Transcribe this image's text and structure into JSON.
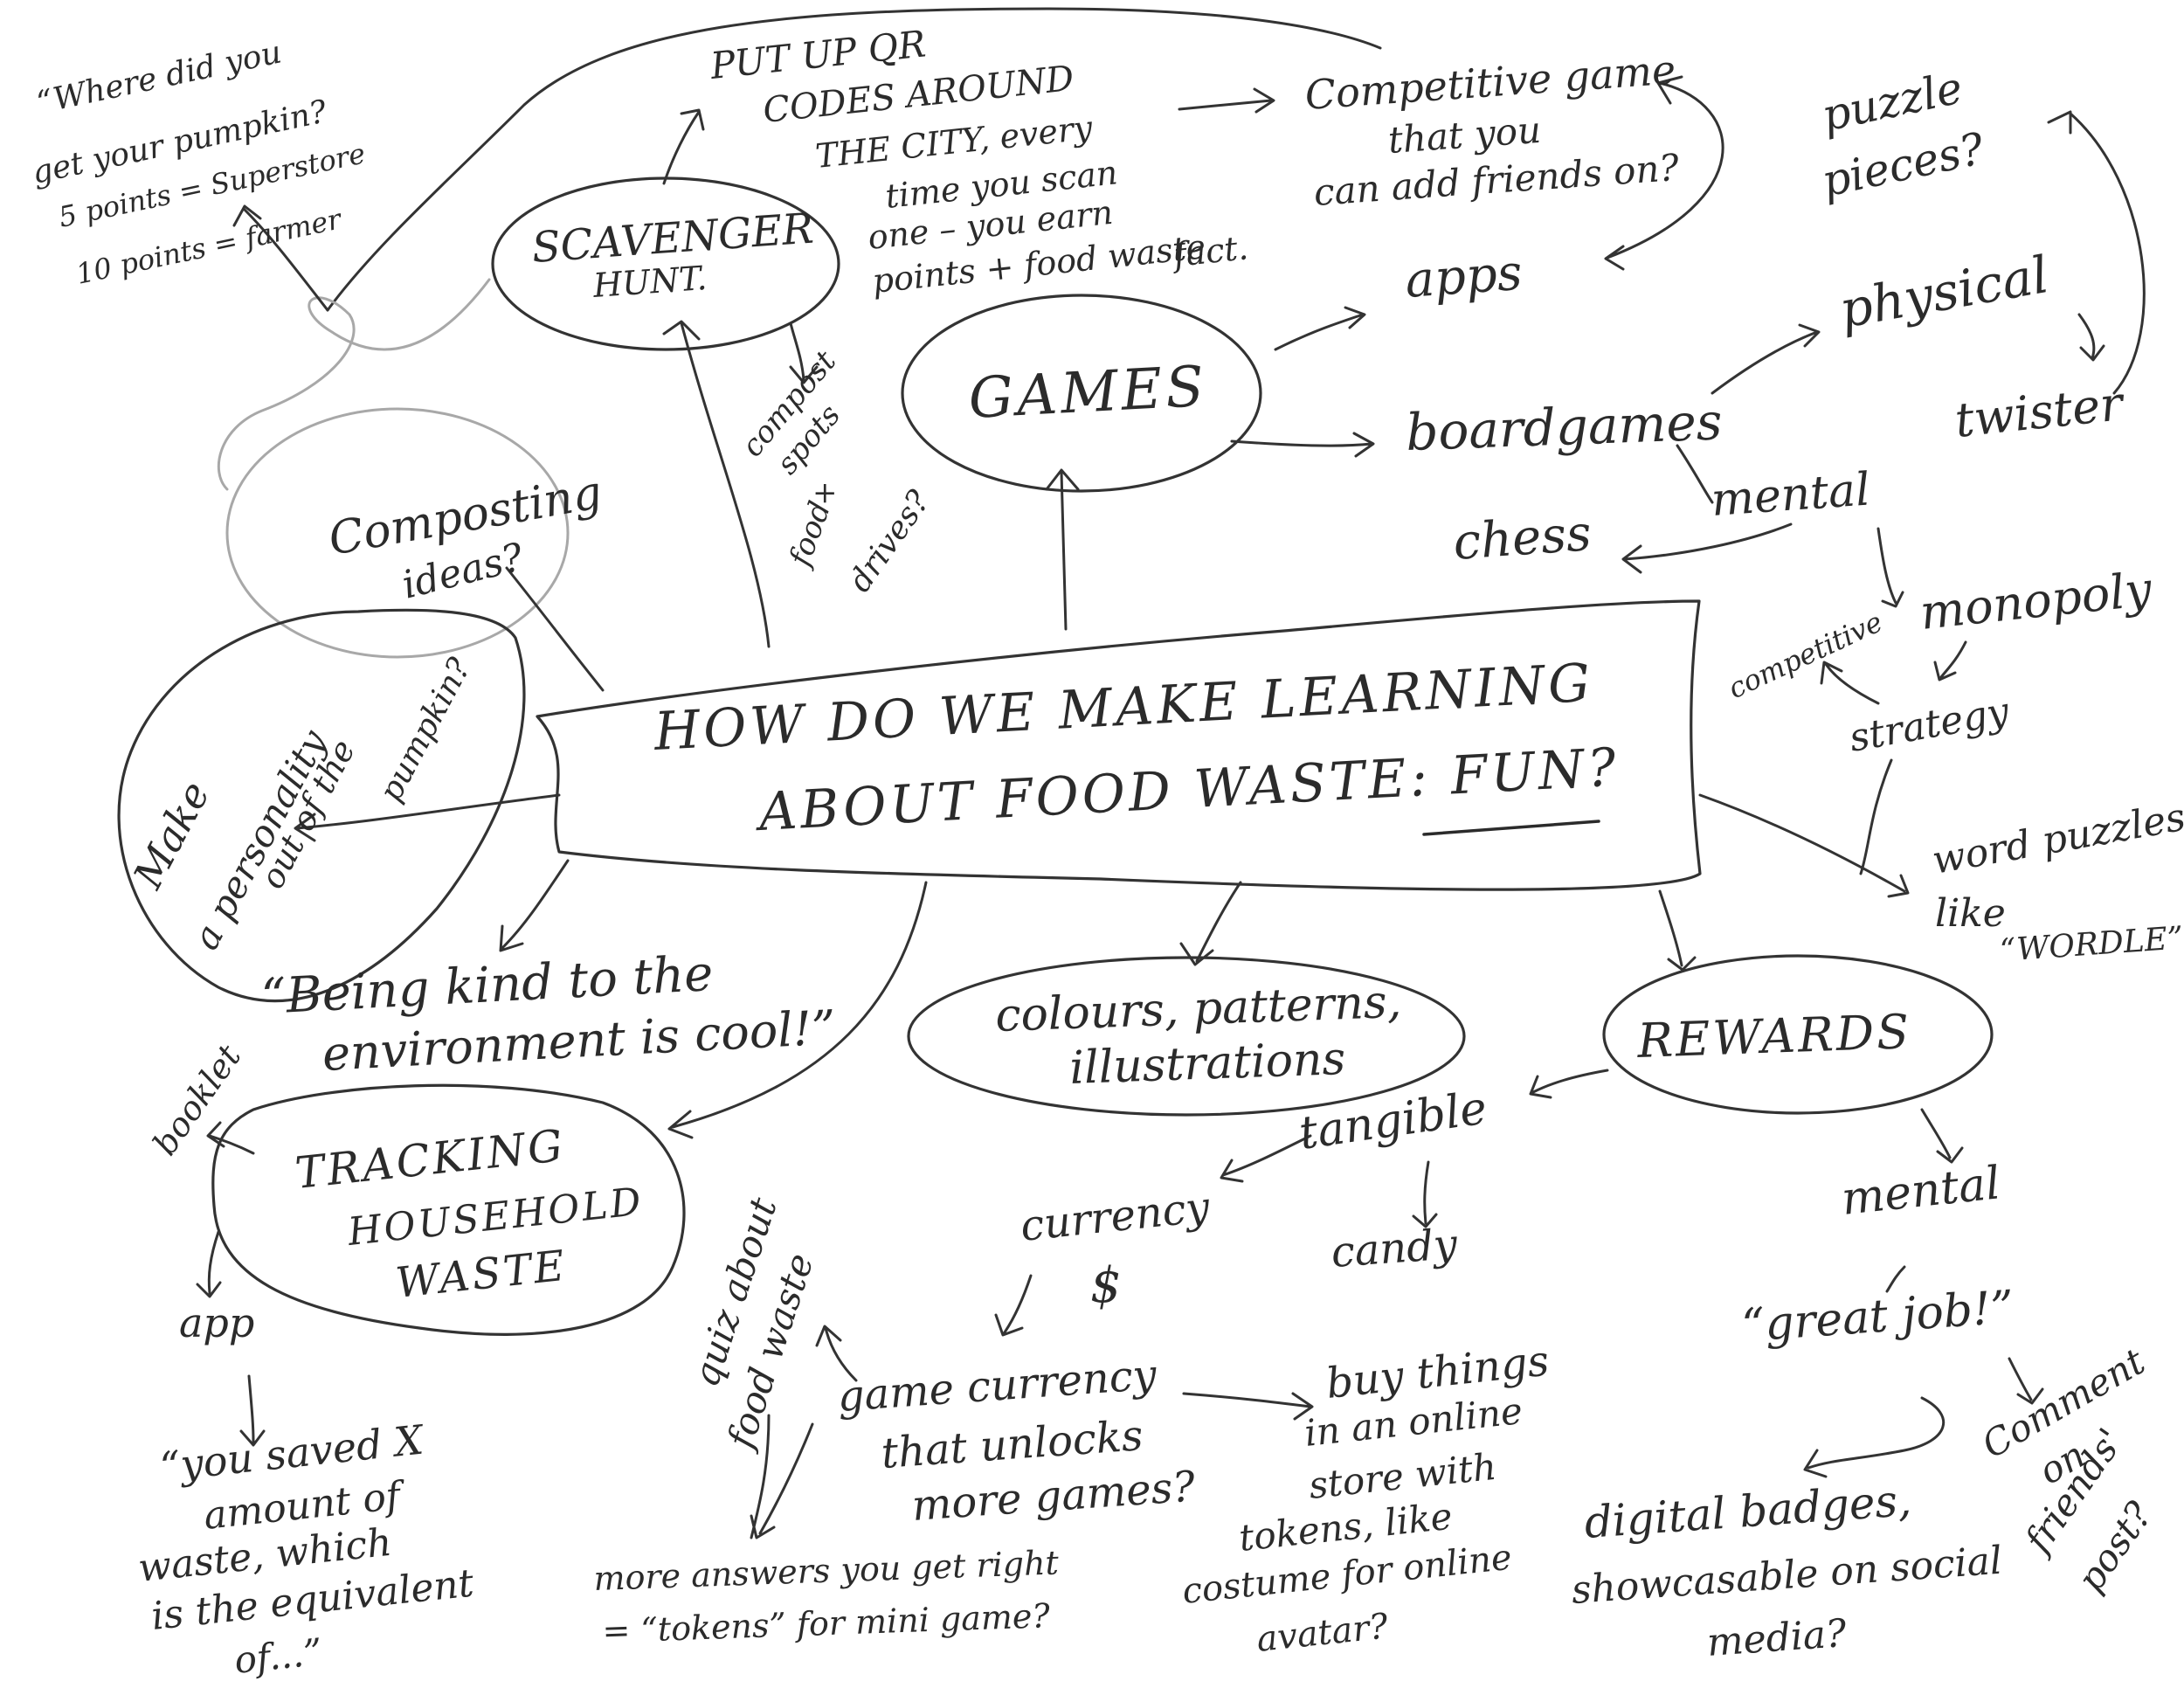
{
  "central": {
    "line1": "HOW DO WE MAKE LEARNING",
    "line2_prefix": "ABOUT FOOD WASTE: ",
    "line2_underlined": "FUN?"
  },
  "scavenger": {
    "bubble": [
      "SCAVENGER",
      "HUNT."
    ],
    "qr": [
      "PUT UP QR",
      "CODES AROUND",
      "THE CITY, every",
      "time you scan",
      "one – you earn",
      "points + food waste",
      "fact."
    ],
    "pumpkin": [
      "“Where did you",
      "get your pumpkin?",
      "5 points = Superstore",
      "10 points = farmer"
    ],
    "compost_spots": [
      "compost",
      "spots",
      "+",
      "food",
      "drives?"
    ]
  },
  "games": {
    "bubble": "GAMES",
    "online": [
      "Competitive game",
      "that you",
      "can add friends on?"
    ],
    "apps": "apps",
    "boardgames": "boardgames",
    "physical": "physical",
    "puzzle": [
      "puzzle",
      "pieces?"
    ],
    "twister": "twister",
    "mental": "mental",
    "chess": "chess",
    "competitive": "competitive",
    "monopoly": "monopoly",
    "strategy": "strategy",
    "word_puzzles": [
      "word puzzles,",
      "like",
      "“WORDLE”"
    ]
  },
  "composting": [
    "Composting",
    "ideas?"
  ],
  "pumpkin_personality": [
    "Make",
    "a personality",
    "out of the",
    "pumpkin?"
  ],
  "kind": [
    "“Being kind to the",
    "environment is cool!”"
  ],
  "colours": [
    "colours, patterns,",
    "illustrations"
  ],
  "rewards": {
    "bubble": "REWARDS",
    "tangible": "tangible",
    "currency": "currency",
    "dollar": "$",
    "candy": "candy",
    "game_currency": [
      "game currency",
      "that unlocks",
      "more games?"
    ],
    "buy_things": [
      "buy things",
      "in an online",
      "store with",
      "tokens, like",
      "costume for online",
      "avatar?"
    ],
    "mental": "mental",
    "great_job": "“great job!”",
    "digital_badges": [
      "digital badges,",
      "showcasable on social",
      "media?"
    ],
    "comment": [
      "Comment",
      "on",
      "friends'",
      "post?"
    ]
  },
  "tracking": {
    "bubble": [
      "TRACKING",
      "HOUSEHOLD",
      "WASTE"
    ],
    "booklet": "booklet",
    "app": "app",
    "saved": [
      "“you saved X",
      "amount of",
      "waste, which",
      "is the equivalent",
      "of...”"
    ]
  },
  "quiz": {
    "label": [
      "quiz about",
      "food waste"
    ],
    "answers": [
      "more answers you get right",
      "= “tokens” for mini game?"
    ]
  }
}
